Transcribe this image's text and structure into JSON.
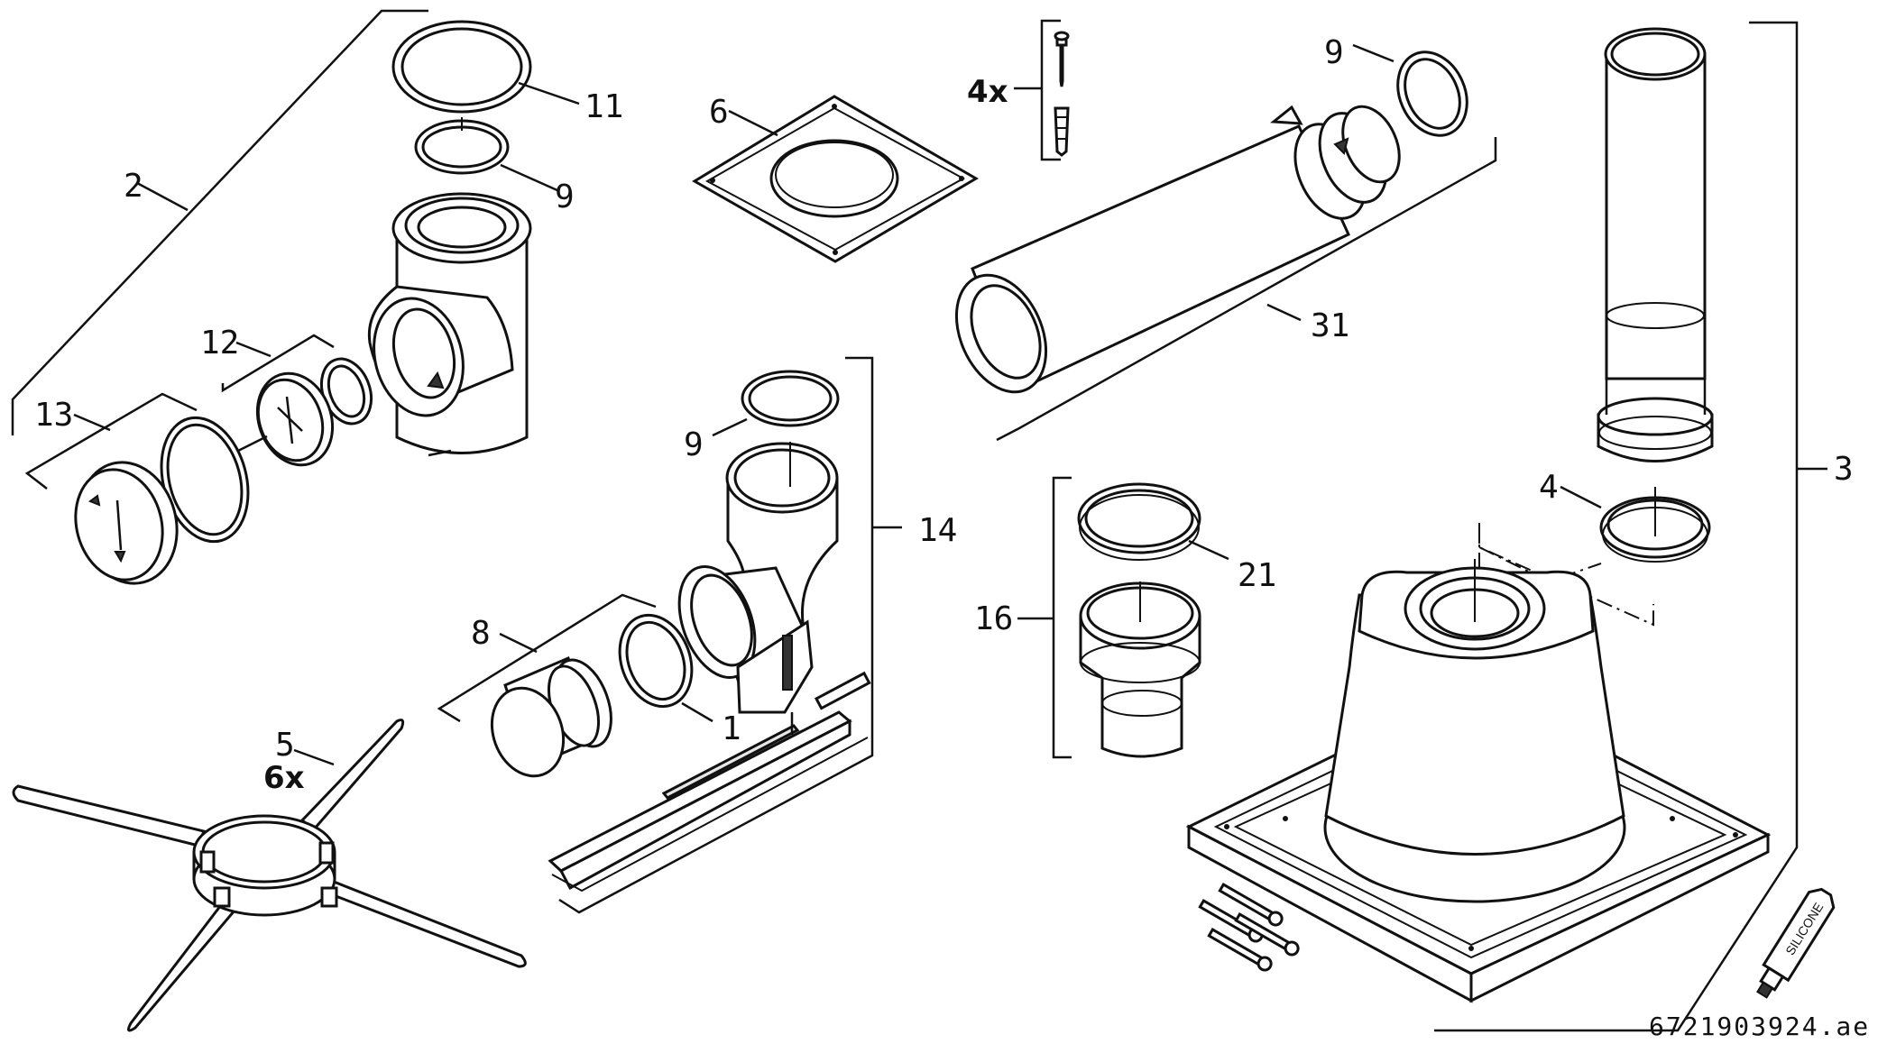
{
  "labels": {
    "l1": "1",
    "l2": "2",
    "l3": "3",
    "l4": "4",
    "l5": "5",
    "l6": "6",
    "l8": "8",
    "l9a": "9",
    "l9b": "9",
    "l9c": "9",
    "l11": "11",
    "l12": "12",
    "l13": "13",
    "l14": "14",
    "l16": "16",
    "l21": "21",
    "l31": "31"
  },
  "quantities": {
    "screws": "4x",
    "spider": "6x"
  },
  "tube_text": "SILICONE",
  "reference": "6721903924.ae"
}
